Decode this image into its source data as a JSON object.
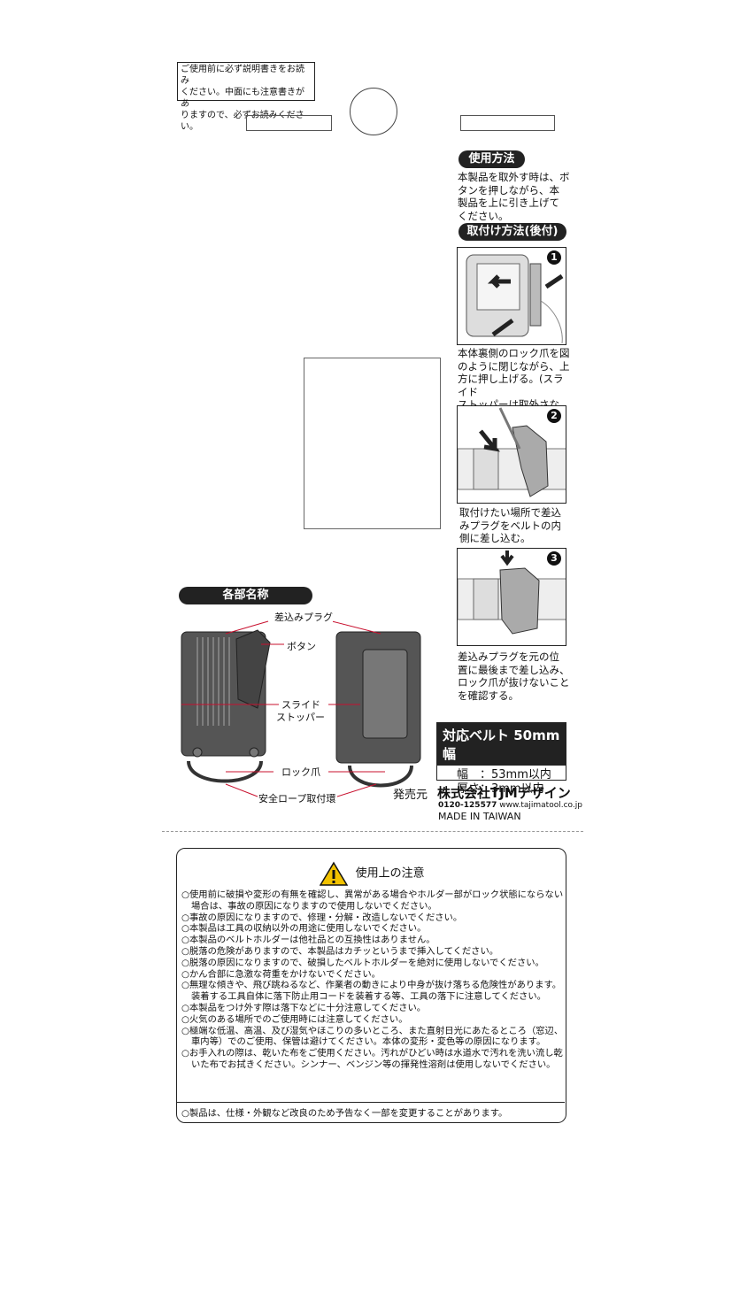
{
  "top_notice": [
    "ご使用前に必ず説明書きをお読み",
    "ください。中面にも注意書きがあ",
    "りますので、必ずお読みください。"
  ],
  "usage": {
    "title": "使用方法",
    "text": [
      "本製品を取外す時は、ボ",
      "タンを押しながら、本",
      "製品を上に引き上げて",
      "ください。"
    ]
  },
  "attach": {
    "title": "取付け方法(後付)",
    "steps": [
      {
        "num": "1",
        "text": [
          "本体裏側のロック爪を図",
          "のように閉じながら、上",
          "方に押し上げる。(スライド",
          "ストッパーは取外さない)"
        ]
      },
      {
        "num": "2",
        "text": [
          "取付けたい場所で差込",
          "みプラグをベルトの内",
          "側に差し込む。"
        ]
      },
      {
        "num": "3",
        "text": [
          "差込みプラグを元の位",
          "置に最後まで差し込み、",
          "ロック爪が抜けないこと",
          "を確認する。"
        ]
      }
    ]
  },
  "parts": {
    "title": "各部名称",
    "labels": {
      "plug": "差込みプラグ",
      "button": "ボタン",
      "slide1": "スライド",
      "slide2": "ストッパー",
      "lock": "ロック爪",
      "rope": "安全ロープ取付環"
    }
  },
  "belt": {
    "title": "対応ベルト 50mm幅",
    "width": "幅　：53mm以内",
    "thickness": "厚さ：3mm以内"
  },
  "maker": {
    "label": "発売元",
    "company": "株式会社TJMデザイン",
    "phone": "0120-125577",
    "url": "www.tajimatool.co.jp",
    "origin": "MADE IN TAIWAN"
  },
  "caution": {
    "title": "使用上の注意",
    "items": [
      "○使用前に破損や変形の有無を確認し、異常がある場合やホルダー部がロック状態にならない場合は、事故の原因になりますので使用しないでください。",
      "○事故の原因になりますので、修理・分解・改造しないでください。",
      "○本製品は工具の収納以外の用途に使用しないでください。",
      "○本製品のベルトホルダーは他社品との互換性はありません。",
      "○脱落の危険がありますので、本製品はカチッというまで挿入してください。",
      "○脱落の原因になりますので、破損したベルトホルダーを絶対に使用しないでください。",
      "○かん合部に急激な荷重をかけないでください。",
      "○無理な傾きや、飛び跳ねるなど、作業者の動きにより中身が抜け落ちる危険性があります。装着する工具自体に落下防止用コードを装着する等、工具の落下に注意してください。",
      "○本製品をつけ外す際は落下などに十分注意してください。",
      "○火気のある場所でのご使用時には注意してください。",
      "○極端な低温、高温、及び湿気やほこりの多いところ、また直射日光にあたるところ（窓辺、車内等）でのご使用、保管は避けてください。本体の変形・変色等の原因になります。",
      "○お手入れの際は、乾いた布をご使用ください。汚れがひどい時は水道水で汚れを洗い流し乾いた布でお拭きください。シンナー、ベンジン等の揮発性溶剤は使用しないでください。"
    ],
    "footer": "○製品は、仕様・外観など改良のため予告なく一部を変更することがあります。"
  },
  "colors": {
    "dark": "#222222",
    "caution_yellow": "#f2c200",
    "leader_red": "#c8102e"
  }
}
